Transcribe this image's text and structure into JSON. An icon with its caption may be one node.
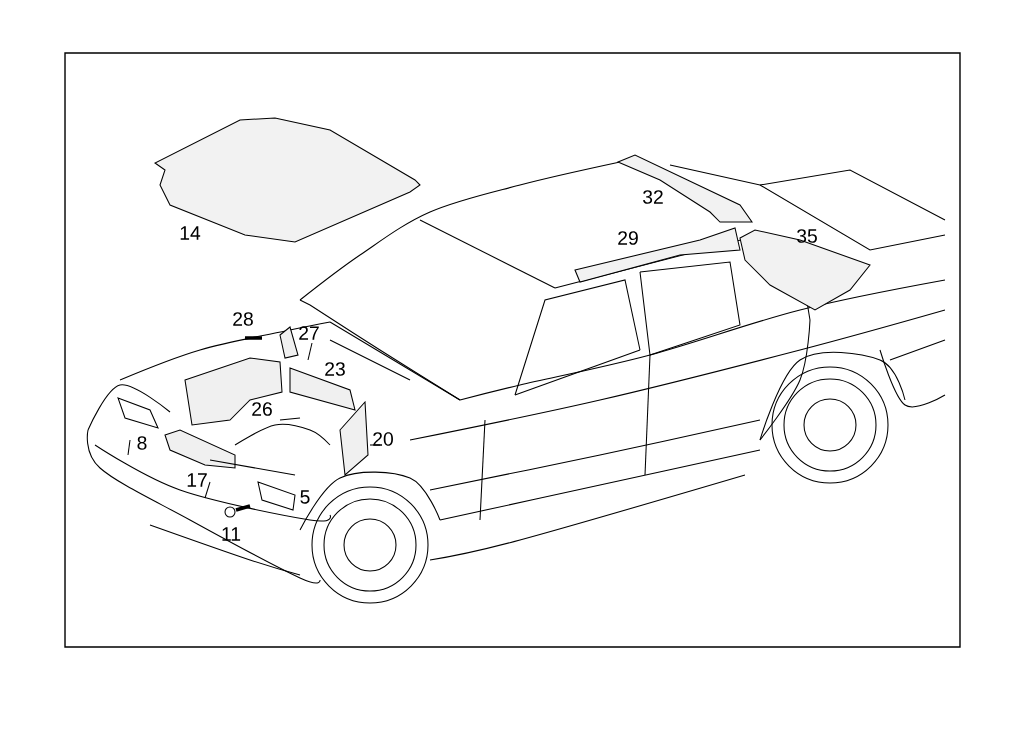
{
  "diagram": {
    "labels": [
      "14",
      "32",
      "29",
      "35",
      "28",
      "27",
      "23",
      "26",
      "20",
      "8",
      "17",
      "5",
      "11"
    ]
  }
}
